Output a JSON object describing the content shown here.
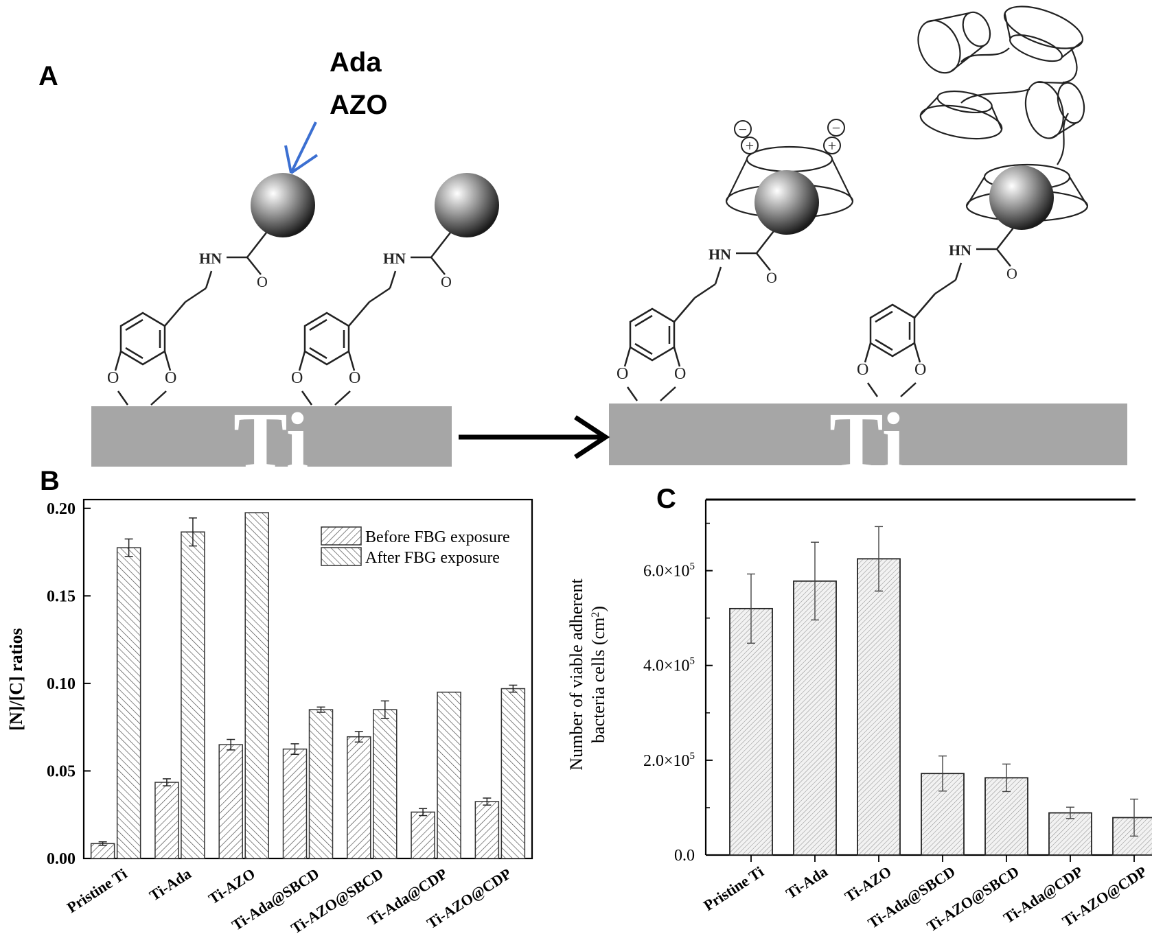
{
  "figure": {
    "panel_a": {
      "letter": "A",
      "label_line1": "Ada",
      "label_line2": "AZO",
      "substrate_label": "Ti",
      "hn_label": "HN",
      "o_label": "O",
      "minus_sign": "−",
      "plus_sign": "+",
      "sphere_color": "#3a3a3a",
      "arrow_color": "#3b6fd1"
    },
    "panel_b_letter": "B",
    "panel_c_letter": "C"
  },
  "chart_data": [
    {
      "type": "bar",
      "ylabel": "[N]/[C] ratios",
      "ylim": [
        0,
        0.205
      ],
      "yticks": [
        "0.00",
        "0.05",
        "0.10",
        "0.15",
        "0.20"
      ],
      "categories": [
        "Pristine Ti",
        "Ti-Ada",
        "Ti-AZO",
        "Ti-Ada@SBCD",
        "Ti-AZO@SBCD",
        "Ti-Ada@CDP",
        "Ti-AZO@CDP"
      ],
      "series": [
        {
          "name": "Before FBG exposure",
          "values": [
            0.0085,
            0.0435,
            0.065,
            0.0625,
            0.0695,
            0.0265,
            0.0325
          ],
          "errors": [
            0.001,
            0.002,
            0.003,
            0.003,
            0.003,
            0.002,
            0.002
          ]
        },
        {
          "name": "After FBG exposure",
          "values": [
            0.1775,
            0.1865,
            0.1975,
            0.085,
            0.085,
            0.095,
            0.097
          ],
          "errors": [
            0.005,
            0.008,
            0.0,
            0.0015,
            0.005,
            0.0,
            0.002
          ]
        }
      ],
      "legend_position": "top-right",
      "grid": false
    },
    {
      "type": "bar",
      "ylabel_line1": "Number of viable adherent",
      "ylabel_line2": "bacteria cells (cm",
      "ylabel_sup": "2",
      "ylabel_end": ")",
      "ylim": [
        0,
        750000
      ],
      "yticks": [
        {
          "value": 0,
          "label": "0.0"
        },
        {
          "value": 200000,
          "label": "2.0×10",
          "sup": "5"
        },
        {
          "value": 400000,
          "label": "4.0×10",
          "sup": "5"
        },
        {
          "value": 600000,
          "label": "6.0×10",
          "sup": "5"
        }
      ],
      "categories": [
        "Pristine Ti",
        "Ti-Ada",
        "Ti-AZO",
        "Ti-Ada@SBCD",
        "Ti-AZO@SBCD",
        "Ti-Ada@CDP",
        "Ti-AZO@CDP"
      ],
      "values": [
        520000,
        578000,
        625000,
        172000,
        163000,
        89000,
        79000
      ],
      "errors": [
        73000,
        82000,
        68000,
        37000,
        29000,
        12000,
        39000
      ],
      "grid": false
    }
  ]
}
